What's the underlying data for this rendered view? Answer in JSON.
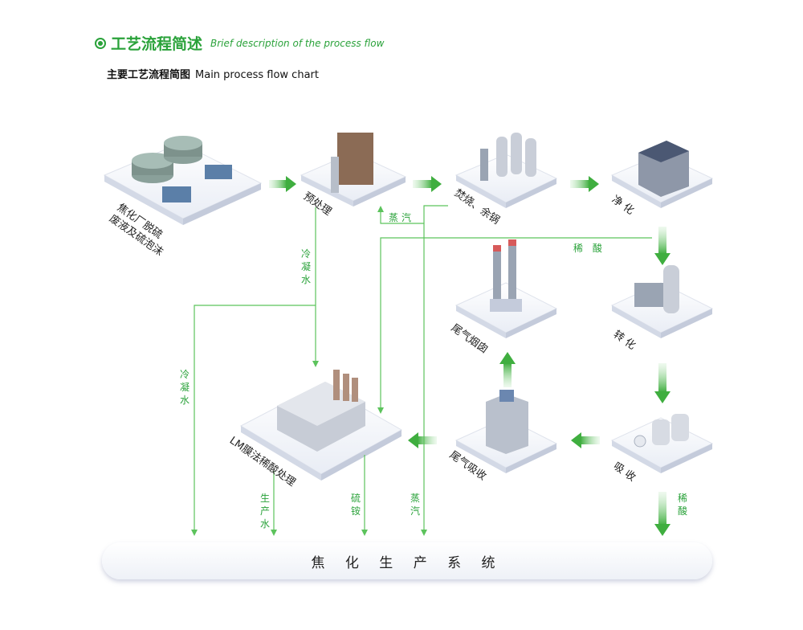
{
  "header": {
    "title_zh": "工艺流程简述",
    "title_en": "Brief description of the process flow",
    "subtitle_zh": "主要工艺流程简图",
    "subtitle_en": "Main process flow chart"
  },
  "nodes": {
    "n1_line1": "焦化厂脱硫",
    "n1_line2": "废液及硫泡沫",
    "n2": "预处理",
    "n3": "焚烧、余锅",
    "n4": "净 化",
    "n5": "转 化",
    "n6": "吸 收",
    "n7": "尾气吸收",
    "n8": "尾气烟囱",
    "n9": "LM膜法稀酸处理"
  },
  "flow_labels": {
    "steam_top": "蒸汽",
    "dilute_acid_h": "稀 酸",
    "condensate_1": "冷凝水",
    "condensate_2": "冷凝水",
    "product_water": "生产水",
    "ammonium_sulfate": "硫铵",
    "steam_bottom": "蒸汽",
    "dilute_acid_v": "稀酸"
  },
  "bottom_bar": "焦 化 生 产 系 统",
  "colors": {
    "accent": "#2aa23a",
    "line": "#5cc35c"
  }
}
